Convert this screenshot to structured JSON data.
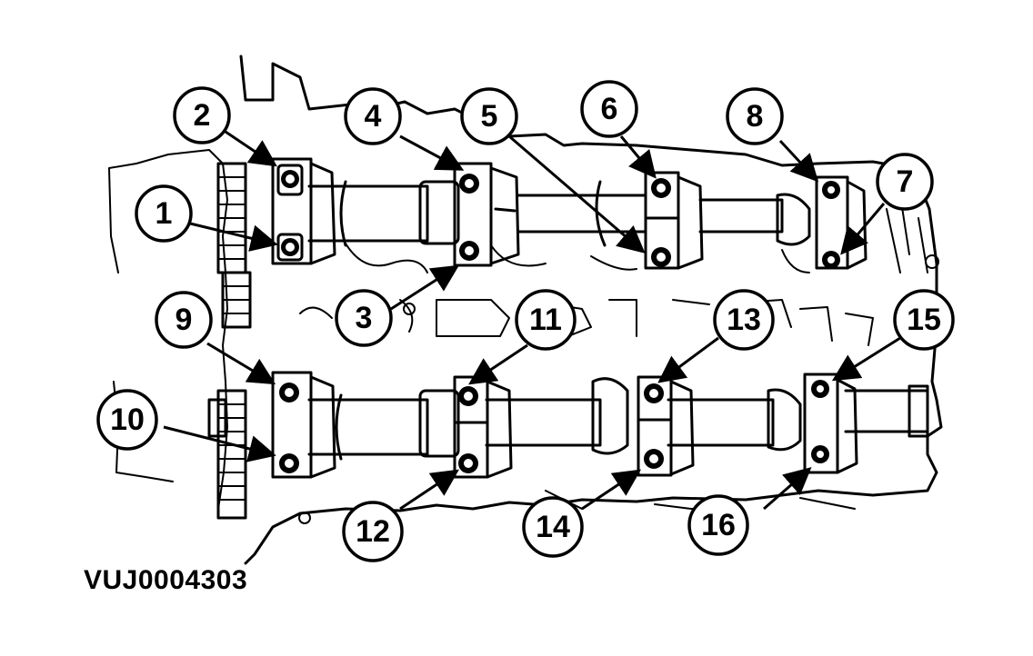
{
  "figure_code": "VUJ0004303",
  "callouts": [
    {
      "label": "1"
    },
    {
      "label": "2"
    },
    {
      "label": "3"
    },
    {
      "label": "4"
    },
    {
      "label": "5"
    },
    {
      "label": "6"
    },
    {
      "label": "7"
    },
    {
      "label": "8"
    },
    {
      "label": "9"
    },
    {
      "label": "10"
    },
    {
      "label": "11"
    },
    {
      "label": "12"
    },
    {
      "label": "13"
    },
    {
      "label": "14"
    },
    {
      "label": "15"
    },
    {
      "label": "16"
    }
  ]
}
